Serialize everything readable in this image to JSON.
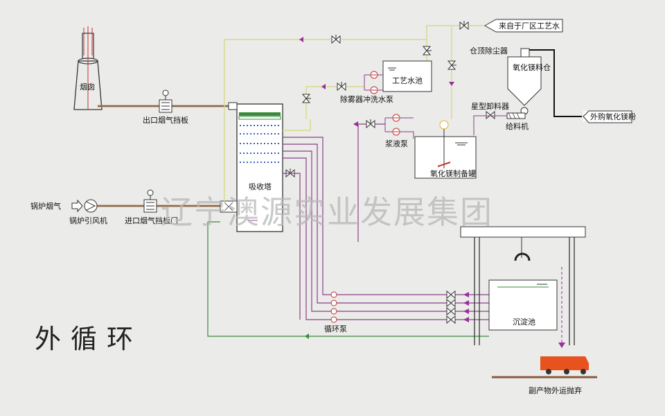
{
  "title": "外循环",
  "watermark": "辽宁澳源实业发展集团",
  "labels": {
    "chimney": "烟囱",
    "outlet_damper": "出口烟气挡板",
    "inlet_damper": "进口烟气挡板门",
    "boiler_gas": "锅炉烟气",
    "boiler_fan": "锅炉引风机",
    "absorber": "吸收塔",
    "circ_pump": "循环泵",
    "process_water": "来自于厂区工艺水",
    "process_tank": "工艺水池",
    "demister_pump": "除雾器冲洗水泵",
    "slurry_pump": "浆液泵",
    "mgo_tank": "氧化镁制备罐",
    "dust_collector": "仓顶除尘器",
    "mgo_silo": "氧化镁料仓",
    "star_valve": "星型卸料器",
    "feeder": "给料机",
    "mgo_purchase": "外购氧化镁粉",
    "settling": "沉淀池",
    "byproduct": "副产物外运抛弃"
  },
  "colors": {
    "background": "#ebebe9",
    "flue_gas": "#b08a6a",
    "process_water_line": "#d9d98a",
    "slurry_line": "#8a3f8a",
    "return_line": "#3a8a3a",
    "tower_packing": "#3a8a3a",
    "spray_layer": "#2f5fc4",
    "arrow": "#9a2f9a",
    "truck": "#e8521f",
    "frame": "#333333"
  }
}
